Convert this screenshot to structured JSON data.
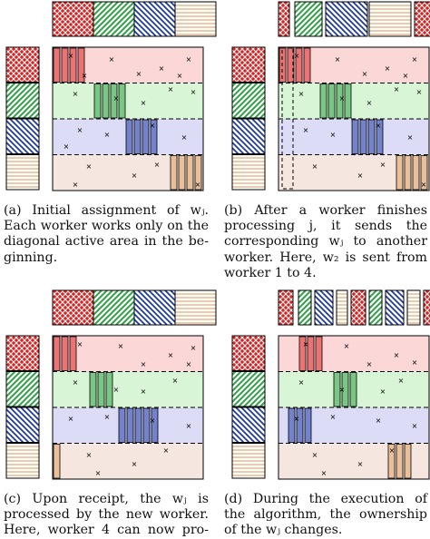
{
  "figure": {
    "panels": [
      {
        "id": "a",
        "caption_lines": [
          "(a) Initial assignment of wⱼ.",
          "Each worker works only on the",
          "diagonal active area in the be-",
          "ginning."
        ]
      },
      {
        "id": "b",
        "caption_lines": [
          "(b) After a worker finishes",
          "processing j, it sends the",
          "corresponding wⱼ to another",
          "worker. Here, w₂ is sent from",
          "worker 1 to 4."
        ]
      },
      {
        "id": "c",
        "caption_lines": [
          "(c) Upon receipt, the wⱼ is",
          "processed by the new worker.",
          "Here, worker 4 can now pro-"
        ]
      },
      {
        "id": "d",
        "caption_lines": [
          "(d) During the execution of",
          "the algorithm, the ownership",
          "of the wⱼ changes."
        ]
      }
    ],
    "worker_colors": [
      "#e02020",
      "#2ea043",
      "#1e3aa8",
      "#e0a060"
    ],
    "band_colors": [
      "#fbd7d7",
      "#d8f5d6",
      "#dcdcf6",
      "#f5e6e0"
    ],
    "mark_glyph": "×"
  }
}
